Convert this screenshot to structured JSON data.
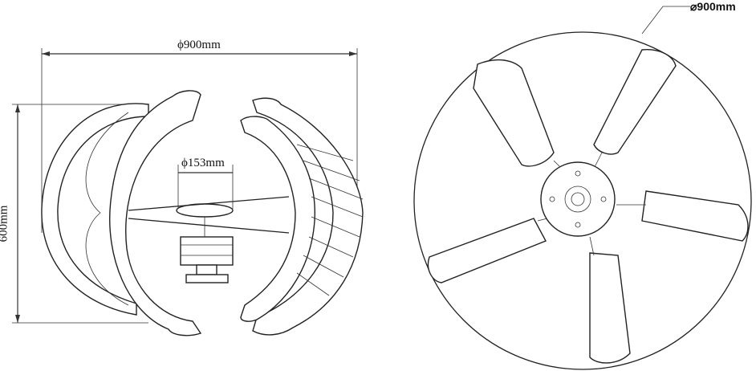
{
  "side_view": {
    "width_label": "ϕ900mm",
    "hub_label": "ϕ153mm",
    "height_label": "600mm"
  },
  "top_view": {
    "diameter_label": "⌀900mm"
  }
}
